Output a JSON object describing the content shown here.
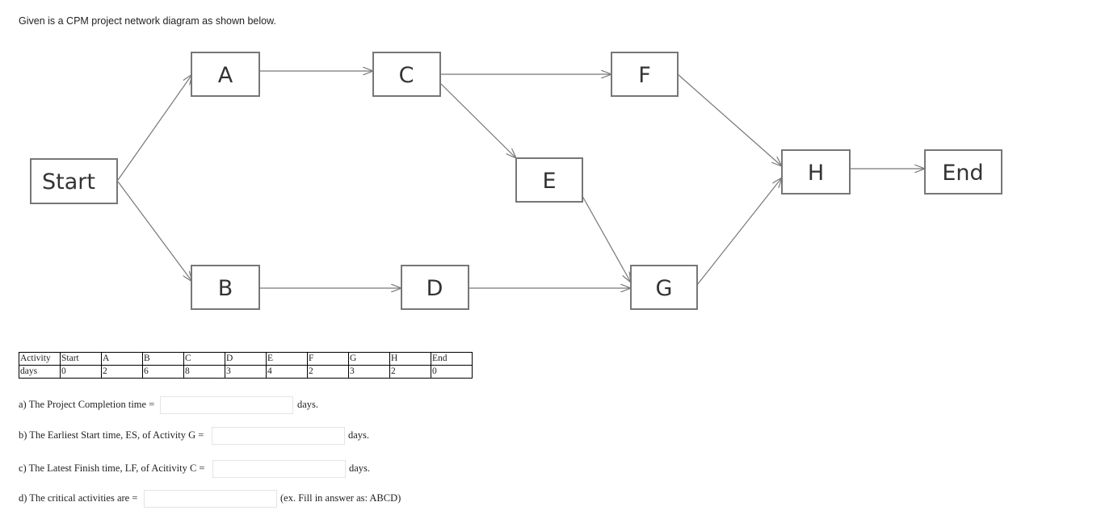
{
  "intro": "Given is a CPM project network diagram as shown below.",
  "diagram": {
    "nodes": [
      "Start",
      "A",
      "B",
      "C",
      "D",
      "E",
      "F",
      "G",
      "H",
      "End"
    ]
  },
  "table": {
    "headers": [
      "Activity",
      "Start",
      "A",
      "B",
      "C",
      "D",
      "E",
      "F",
      "G",
      "H",
      "End"
    ],
    "row": [
      "days",
      "0",
      "2",
      "6",
      "8",
      "3",
      "4",
      "2",
      "3",
      "2",
      "0"
    ]
  },
  "questions": {
    "a": {
      "label": "a) The Project Completion time =",
      "suffix": "days.",
      "value": ""
    },
    "b": {
      "label": "b) The Earliest Start time, ES, of Activity G =",
      "suffix": "days.",
      "value": ""
    },
    "c": {
      "label": "c) The Latest Finish time, LF, of Acitivity C =",
      "suffix": "days.",
      "value": ""
    },
    "d": {
      "label": "d) The critical activities are =",
      "suffix": "(ex. Fill in answer as: ABCD)",
      "value": ""
    }
  }
}
